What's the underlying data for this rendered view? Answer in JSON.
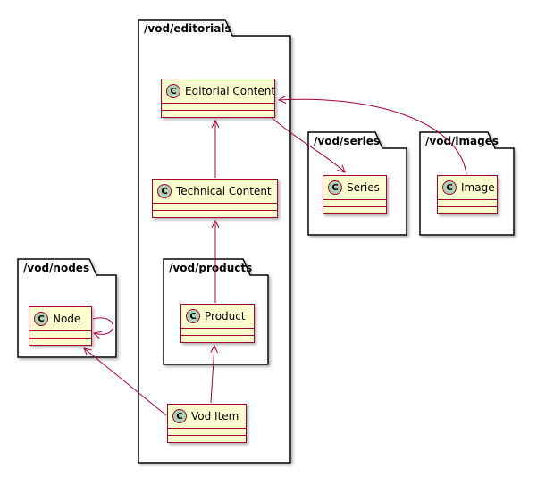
{
  "diagram_type": "uml-class-diagram",
  "packages": {
    "editorials": {
      "name": "/vod/editorials"
    },
    "series": {
      "name": "/vod/series"
    },
    "images": {
      "name": "/vod/images"
    },
    "nodes": {
      "name": "/vod/nodes"
    },
    "products": {
      "name": "/vod/products"
    }
  },
  "classes": {
    "editorial_content": {
      "name": "Editorial Content",
      "icon": "C"
    },
    "technical_content": {
      "name": "Technical Content",
      "icon": "C"
    },
    "series": {
      "name": "Series",
      "icon": "C"
    },
    "image": {
      "name": "Image",
      "icon": "C"
    },
    "node": {
      "name": "Node",
      "icon": "C"
    },
    "product": {
      "name": "Product",
      "icon": "C"
    },
    "vod_item": {
      "name": "Vod Item",
      "icon": "C"
    }
  },
  "relations": [
    {
      "from": "Technical Content",
      "to": "Editorial Content"
    },
    {
      "from": "Product",
      "to": "Technical Content"
    },
    {
      "from": "Vod Item",
      "to": "Product"
    },
    {
      "from": "Vod Item",
      "to": "Node"
    },
    {
      "from": "Editorial Content",
      "to": "Series"
    },
    {
      "from": "Image",
      "to": "Editorial Content"
    },
    {
      "from": "Node",
      "to": "Node"
    }
  ],
  "colors": {
    "class_fill": "#FEFECE",
    "class_border": "#A80036",
    "arrow": "#A80036",
    "icon_circle_fill": "#ADD1B2",
    "package_border": "#000000",
    "background": "#FFFFFF"
  }
}
